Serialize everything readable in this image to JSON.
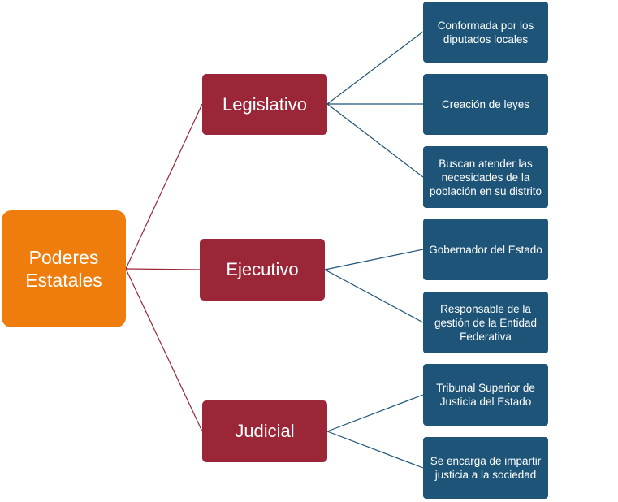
{
  "colors": {
    "root": "#ef7d0d",
    "branch": "#9b2637",
    "leaf": "#1d5478",
    "root_link": "#9b2637",
    "leaf_link": "#1d5478"
  },
  "root": {
    "label": "Poderes Estatales"
  },
  "branches": [
    {
      "label": "Legislativo",
      "children": [
        "Conformada por los diputados locales",
        "Creación de leyes",
        "Buscan atender las necesidades de la población en su distrito"
      ]
    },
    {
      "label": "Ejecutivo",
      "children": [
        "Gobernador  del Estado",
        "Responsable de la gestión de la Entidad Federativa"
      ]
    },
    {
      "label": "Judicial",
      "children": [
        "Tribunal Superior  de Justicia del Estado",
        "Se encarga de impartir justicia a la sociedad"
      ]
    }
  ]
}
